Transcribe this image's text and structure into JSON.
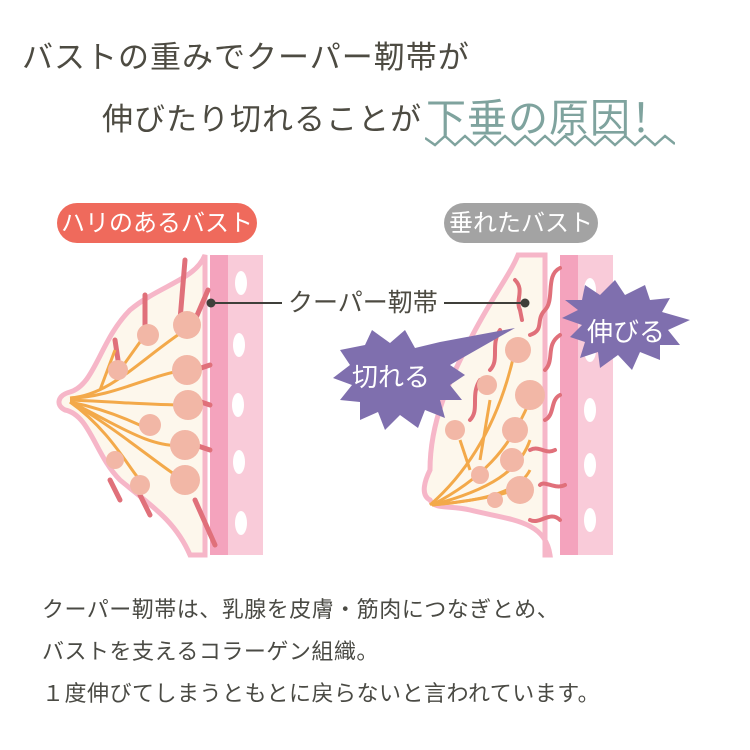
{
  "heading": {
    "line1": "バストの重みでクーパー靭帯が",
    "line2_prefix": "伸びたり切れることが",
    "line2_accent": "下垂の原因！",
    "accent_color": "#7fa39e",
    "text_color": "#4d4b42"
  },
  "labels": {
    "firm_bust": "ハリのあるバスト",
    "sagging_bust": "垂れたバスト",
    "firm_color": "#ef6a5c",
    "sagging_color": "#a3a3a3"
  },
  "diagram": {
    "cooper_ligament_label": "クーパー靭帯",
    "torn_callout": "切れる",
    "stretched_callout": "伸びる",
    "callout_color": "#7f6fae",
    "skin_color": "#f6b6c8",
    "ligament_color": "#e0707a",
    "gland_color": "#f2b7a6",
    "duct_color": "#f3a94a",
    "chest_wall_color": "#f7c4d3"
  },
  "description": {
    "lines": [
      "クーパー靭帯は、乳腺を皮膚・筋肉につなぎとめ、",
      "バストを支えるコラーゲン組織。",
      "１度伸びてしまうともとに戻らないと言われています。"
    ]
  }
}
